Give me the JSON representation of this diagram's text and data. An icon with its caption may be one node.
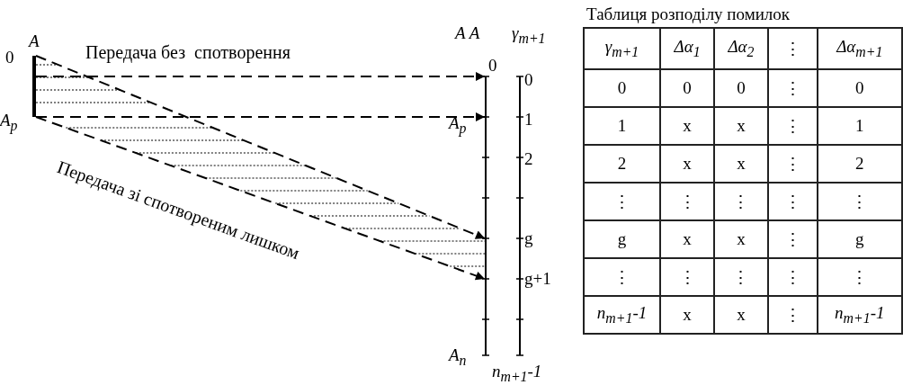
{
  "diagram": {
    "nodes": [
      {
        "text": [],
        "shape": "bar",
        "beside": [
          "0",
          "A",
          "A$_{р}$"
        ]
      },
      {
        "text": [],
        "shape": "bar",
        "beside": [
          "A A",
          "0",
          "A$_{р}$",
          "A$_{п}$"
        ]
      },
      {
        "text": [],
        "shape": "bar",
        "beside": [
          "γ$_{m+1}$",
          "0",
          "1",
          "2",
          "g",
          "g+1",
          "n$_{m+1}$-1"
        ]
      }
    ],
    "edges": [
      {
        "from": 0,
        "to": 1,
        "arrow": "to",
        "style": "dashed",
        "label": "Передача без  спотворення"
      },
      {
        "from": 0,
        "to": 1,
        "arrow": "to",
        "style": "dashed"
      },
      {
        "from": 0,
        "to": 1,
        "arrow": "to",
        "style": "dashed"
      },
      {
        "from": 0,
        "to": 1,
        "arrow": "to",
        "style": "dashed",
        "label": "Передача зі спотвореним лишком"
      }
    ],
    "labels": [
      "Таблиця розподілу помилок",
      "γ$_{m+1}$",
      "Δα$_{1}$",
      "Δα$_{2}$",
      "⋮",
      "Δα$_{m+1}$",
      "0",
      "0",
      "0",
      "⋮",
      "0",
      "1",
      "x",
      "x",
      "⋮",
      "1",
      "2",
      "x",
      "x",
      "⋮",
      "2",
      "⋮",
      "⋮",
      "⋮",
      "⋮",
      "⋮",
      "g",
      "x",
      "x",
      "⋮",
      "g",
      "⋮",
      "⋮",
      "⋮",
      "⋮",
      "⋮",
      "n$_{m+1}$-1",
      "x",
      "x",
      "⋮",
      "n$_{m+1}$-1"
    ]
  }
}
